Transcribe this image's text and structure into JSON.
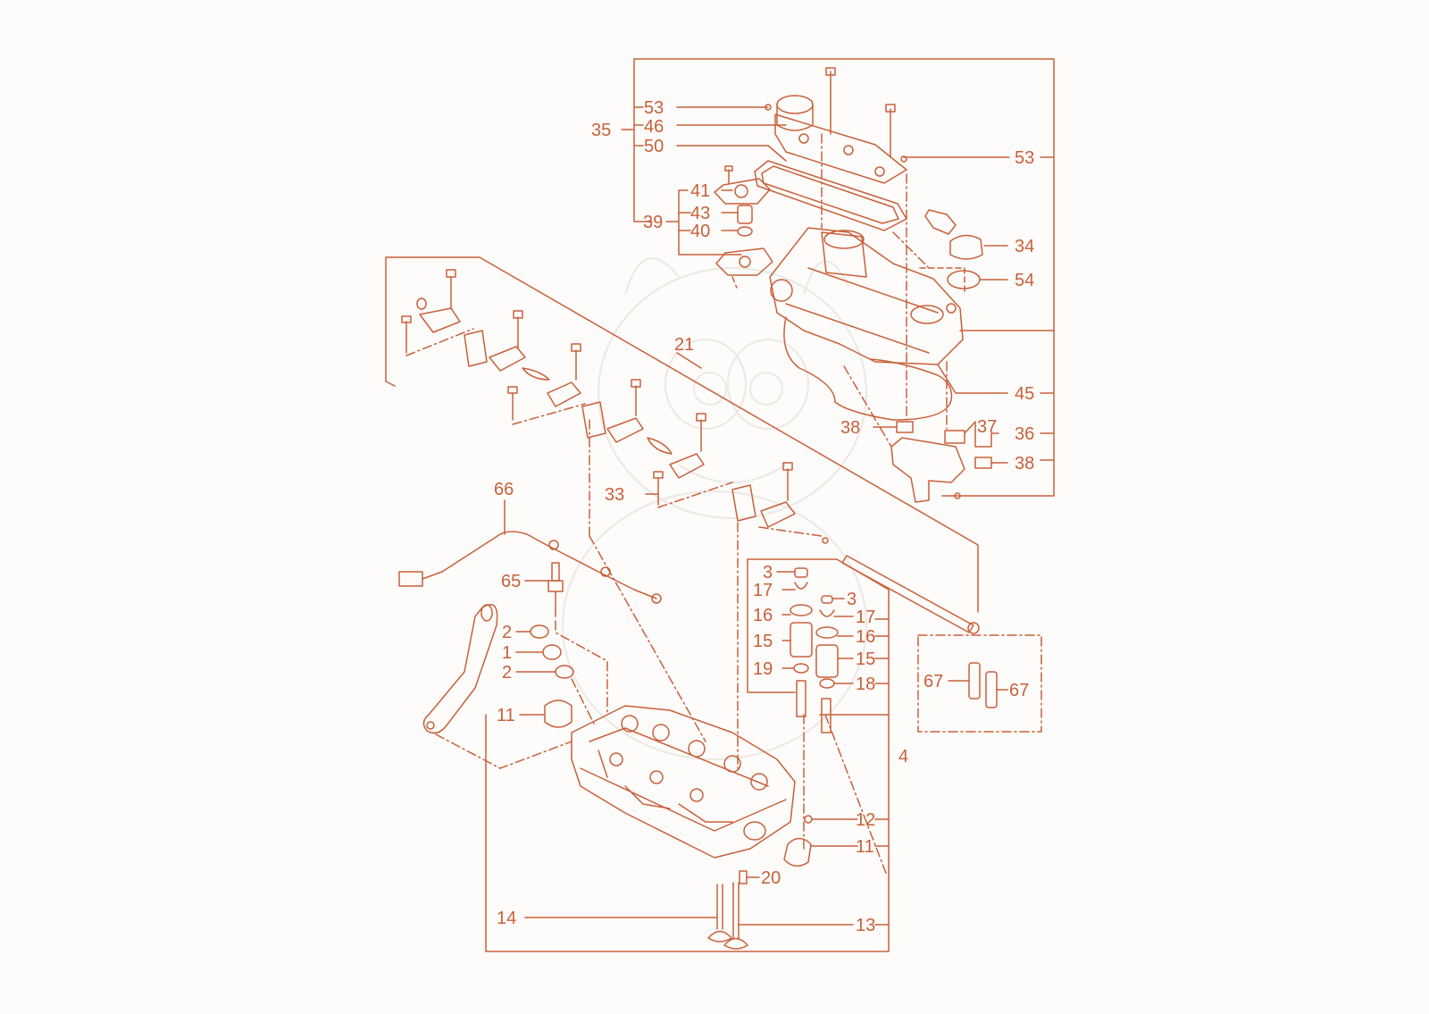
{
  "colors": {
    "ink": "#c8603a",
    "background": "#fdfcfa",
    "watermark": "#ece8e4"
  },
  "callouts": [
    {
      "id": "c53a",
      "text": "53"
    },
    {
      "id": "c46",
      "text": "46"
    },
    {
      "id": "c35",
      "text": "35"
    },
    {
      "id": "c50",
      "text": "50"
    },
    {
      "id": "c53b",
      "text": "53"
    },
    {
      "id": "c41",
      "text": "41"
    },
    {
      "id": "c43",
      "text": "43"
    },
    {
      "id": "c39",
      "text": "39"
    },
    {
      "id": "c40",
      "text": "40"
    },
    {
      "id": "c34",
      "text": "34"
    },
    {
      "id": "c54",
      "text": "54"
    },
    {
      "id": "c21",
      "text": "21"
    },
    {
      "id": "c45",
      "text": "45"
    },
    {
      "id": "c38a",
      "text": "38"
    },
    {
      "id": "c37",
      "text": "37"
    },
    {
      "id": "c36",
      "text": "36"
    },
    {
      "id": "c38b",
      "text": "38"
    },
    {
      "id": "c33",
      "text": "33"
    },
    {
      "id": "c66",
      "text": "66"
    },
    {
      "id": "c65",
      "text": "65"
    },
    {
      "id": "c3a",
      "text": "3"
    },
    {
      "id": "c17a",
      "text": "17"
    },
    {
      "id": "c16a",
      "text": "16"
    },
    {
      "id": "c15a",
      "text": "15"
    },
    {
      "id": "c19",
      "text": "19"
    },
    {
      "id": "c3b",
      "text": "3"
    },
    {
      "id": "c17b",
      "text": "17"
    },
    {
      "id": "c16b",
      "text": "16"
    },
    {
      "id": "c15b",
      "text": "15"
    },
    {
      "id": "c18",
      "text": "18"
    },
    {
      "id": "c2a",
      "text": "2"
    },
    {
      "id": "c1",
      "text": "1"
    },
    {
      "id": "c2b",
      "text": "2"
    },
    {
      "id": "c11a",
      "text": "11"
    },
    {
      "id": "c67a",
      "text": "67"
    },
    {
      "id": "c67b",
      "text": "67"
    },
    {
      "id": "c4",
      "text": "4"
    },
    {
      "id": "c12",
      "text": "12"
    },
    {
      "id": "c11b",
      "text": "11"
    },
    {
      "id": "c20",
      "text": "20"
    },
    {
      "id": "c14",
      "text": "14"
    },
    {
      "id": "c13",
      "text": "13"
    }
  ]
}
